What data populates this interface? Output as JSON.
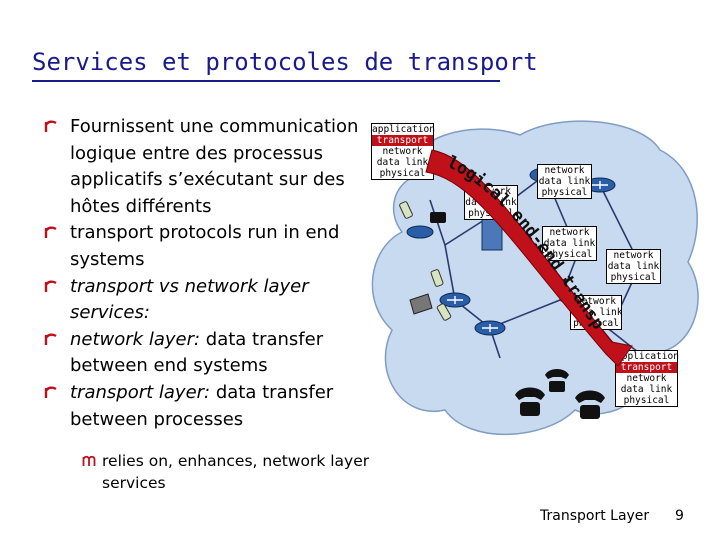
{
  "header": {
    "title": "Services et protocoles de transport"
  },
  "bullets": [
    {
      "text": "Fournissent une communication logique entre des processus applicatifs s’exécutant sur des hôtes différents"
    },
    {
      "text": "transport protocols run in end systems"
    },
    {
      "text": "transport vs network layer services:"
    },
    {
      "em": "network layer:",
      "text": " data transfer between end systems"
    },
    {
      "em": "transport layer:",
      "text": " data transfer between processes"
    }
  ],
  "sub_bullet": {
    "text": "relies on, enhances, network layer services"
  },
  "diagram": {
    "ribbon_label": "logical end-end transport",
    "stack_full": [
      "application",
      "transport",
      "network",
      "data link",
      "physical"
    ],
    "stack_router": [
      "network",
      "data link",
      "physical"
    ],
    "highlight_layer": "transport",
    "colors": {
      "ribbon": "#c0101a",
      "cloud": "#c8daf0",
      "router": "#2a5fa8",
      "title": "#1a1a8c"
    }
  },
  "footer": {
    "label": "Transport Layer",
    "page": "9"
  }
}
